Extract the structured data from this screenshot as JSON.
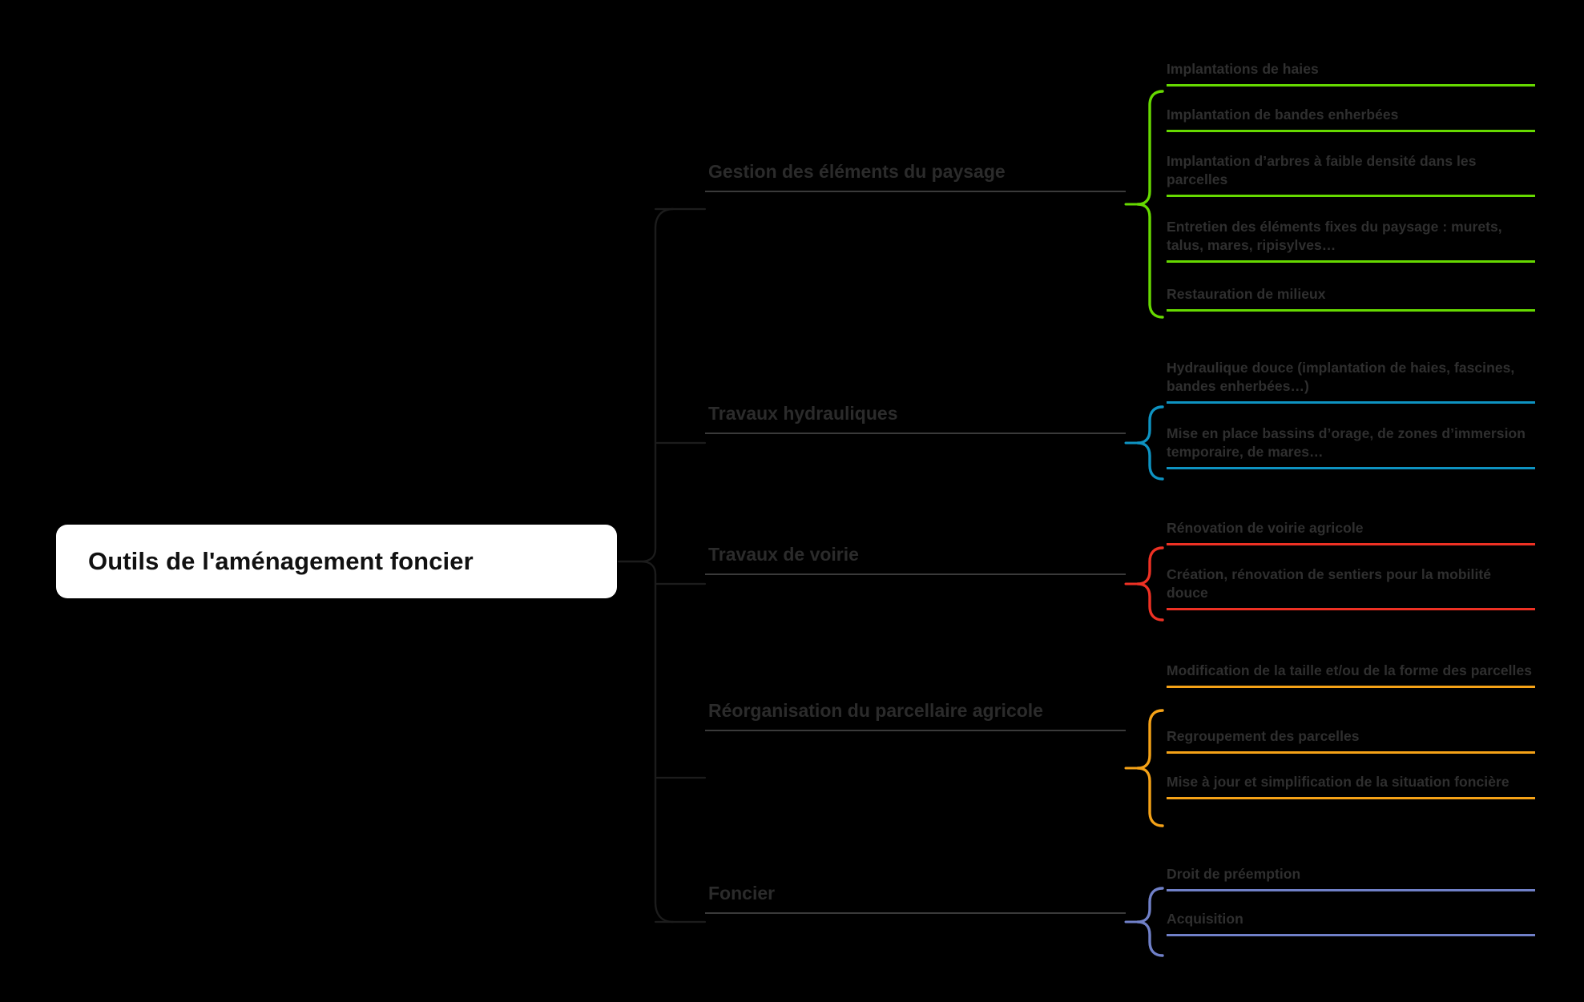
{
  "title": "Outils de l'aménagement foncier",
  "root": {
    "label": "Outils de l'aménagement foncier"
  },
  "colors": {
    "background": "#000000",
    "root_fill": "#ffffff",
    "root_text": "#111111",
    "trunk": "#1c1c1c",
    "branch_text": "#2b2b2b",
    "branch_rule": "#3a3a3a",
    "leaf_text": "#2f2f2f",
    "green": "#66d900",
    "blue": "#0e93c2",
    "red": "#ee3124",
    "orange": "#f5a217",
    "purple": "#7080c8"
  },
  "branches": [
    {
      "label": "Gestion des éléments du paysage",
      "color": "#66d900",
      "color_name": "green",
      "leaves": [
        {
          "label": "Implantations de haies"
        },
        {
          "label": "Implantation de bandes enherbées"
        },
        {
          "label": "Implantation d’arbres à faible densité dans les parcelles"
        },
        {
          "label": "Entretien des éléments fixes du paysage : murets, talus, mares, ripisylves…"
        },
        {
          "label": "Restauration de milieux"
        }
      ]
    },
    {
      "label": "Travaux hydrauliques",
      "color": "#0e93c2",
      "color_name": "blue",
      "leaves": [
        {
          "label": "Hydraulique douce (implantation de haies, fascines, bandes enherbées…)"
        },
        {
          "label": "Mise en place bassins d’orage, de zones d’immersion temporaire, de mares…"
        }
      ]
    },
    {
      "label": "Travaux de voirie",
      "color": "#ee3124",
      "color_name": "red",
      "leaves": [
        {
          "label": "Rénovation de voirie agricole"
        },
        {
          "label": "Création, rénovation de sentiers pour la mobilité douce"
        }
      ]
    },
    {
      "label": "Réorganisation du parcellaire agricole",
      "color": "#f5a217",
      "color_name": "orange",
      "leaves": [
        {
          "label": "Modification de la taille et/ou de la forme des parcelles"
        },
        {
          "label": "Regroupement des parcelles"
        },
        {
          "label": "Mise à jour et simplification de la situation foncière"
        }
      ]
    },
    {
      "label": "Foncier",
      "color": "#7080c8",
      "color_name": "purple",
      "leaves": [
        {
          "label": "Droit de préemption"
        },
        {
          "label": "Acquisition"
        }
      ]
    }
  ]
}
